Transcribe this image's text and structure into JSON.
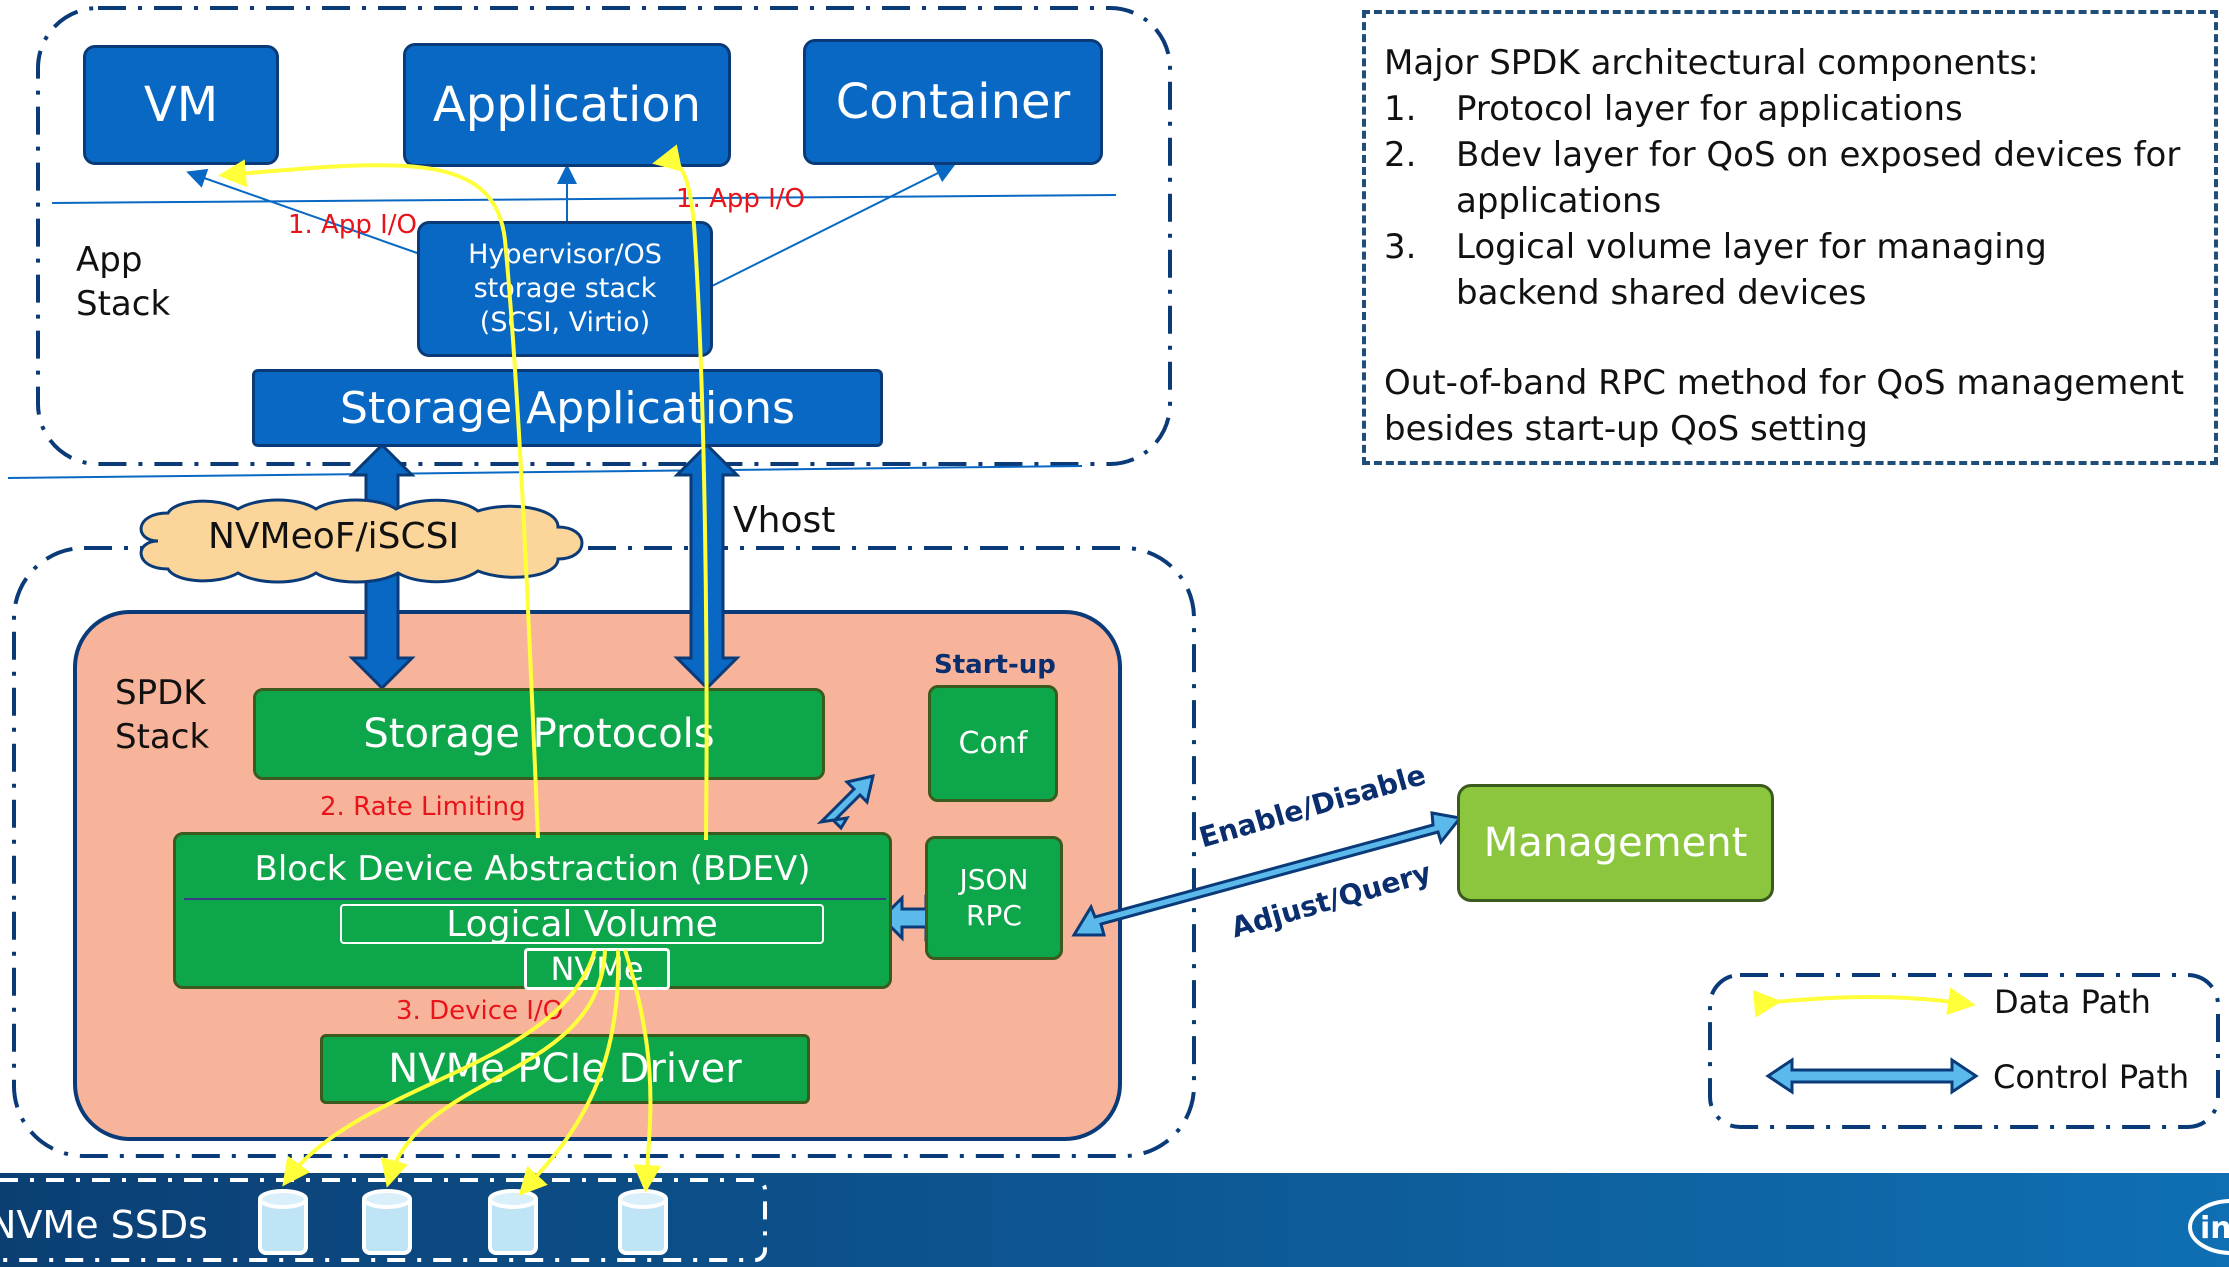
{
  "apps": {
    "vm": "VM",
    "application": "Application",
    "container": "Container"
  },
  "app_stack": {
    "label_line1": "App",
    "label_line2": "Stack"
  },
  "hypervisor": {
    "line1": "Hypervisor/OS",
    "line2": "storage stack",
    "line3": "(SCSI, Virtio)"
  },
  "storage_applications": "Storage Applications",
  "transports": {
    "nvmeof": "NVMeoF/iSCSI",
    "vhost": "Vhost"
  },
  "spdk": {
    "label_line1": "SPDK",
    "label_line2": "Stack",
    "storage_protocols": "Storage Protocols",
    "bdev": "Block Device Abstraction (BDEV)",
    "logical_volume": "Logical Volume",
    "nvme": "NVMe",
    "driver": "NVMe PCIe Driver",
    "startup": "Start-up",
    "conf": "Conf",
    "json_line1": "JSON",
    "json_line2": "RPC"
  },
  "annotations": {
    "app_io": "1. App I/O",
    "rate_limiting": "2. Rate Limiting",
    "device_io": "3. Device I/O"
  },
  "management": {
    "label": "Management",
    "enable_disable": "Enable/Disable",
    "adjust_query": "Adjust/Query"
  },
  "notes": {
    "heading": "Major SPDK architectural components:",
    "items": [
      {
        "num": "1.",
        "text": "Protocol layer for applications"
      },
      {
        "num": "2.",
        "text": "Bdev layer for QoS on exposed devices for applications"
      },
      {
        "num": "3.",
        "text": "Logical volume layer for managing backend shared devices"
      }
    ],
    "footer": "Out-of-band RPC method for QoS management besides start-up QoS setting"
  },
  "legend": {
    "data_path": "Data Path",
    "control_path": "Control Path"
  },
  "ssds": {
    "label": "NVMe SSDs"
  },
  "colors": {
    "blue_box": "#0968c3",
    "green_box": "#0ea64a",
    "spdk_bg": "#f8b49a",
    "data_path": "#ffff3a",
    "control_path": "#5bb9ec",
    "management": "#8cc63f",
    "red_text": "#e8141b"
  }
}
